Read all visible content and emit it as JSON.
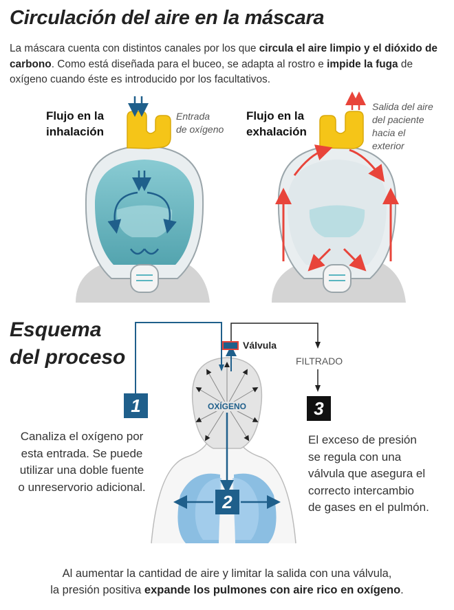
{
  "header": {
    "title": "Circulación del aire en la máscara",
    "intro": [
      {
        "t": "La máscara cuenta con distintos canales por los que ",
        "b": false
      },
      {
        "t": "circula el aire limpio y el dióxido de carbono",
        "b": true
      },
      {
        "t": ". Como está diseñada para el buceo, se adapta al rostro e ",
        "b": false
      },
      {
        "t": "impide la fuga",
        "b": true
      },
      {
        "t": " de oxígeno cuando éste es introducido por los facultativos.",
        "b": false
      }
    ]
  },
  "inhalation": {
    "label_line1": "Flujo en la",
    "label_line2": "inhalación",
    "note_line1": "Entrada",
    "note_line2": "de oxígeno"
  },
  "exhalation": {
    "label_line1": "Flujo en la",
    "label_line2": "exhalación",
    "note_line1": "Salida del aire",
    "note_line2": "del paciente",
    "note_line3": "hacia el",
    "note_line4": "exterior"
  },
  "scheme": {
    "title_line1": "Esquema",
    "title_line2": "del proceso",
    "valve_label": "Válvula",
    "filter_label": "FILTRADO",
    "oxygen_label": "OXÍGENO",
    "step1": {
      "number": "1",
      "lines": [
        "Canaliza el oxígeno por",
        "esta entrada. Se puede",
        "utilizar una doble fuente",
        "o unreservorio adicional."
      ]
    },
    "step2": {
      "number": "2"
    },
    "step3": {
      "number": "3",
      "lines": [
        "El exceso de presión",
        "se regula con una",
        "válvula que asegura el",
        "correcto intercambio",
        "de gases en el pulmón."
      ]
    }
  },
  "footer": {
    "line1": "Al aumentar la cantidad de aire y limitar la salida con una válvula,",
    "line2_plain": "la presión positiva ",
    "line2_bold": "expande los pulmones con aire rico en oxígeno",
    "line2_end": "."
  },
  "colors": {
    "blue": "#1f5f8b",
    "red": "#e8443a",
    "mask_yellow": "#f5c518",
    "mask_teal": "#5ab5c0",
    "lung_blue": "#7fb8e0",
    "step3_black": "#111111"
  }
}
